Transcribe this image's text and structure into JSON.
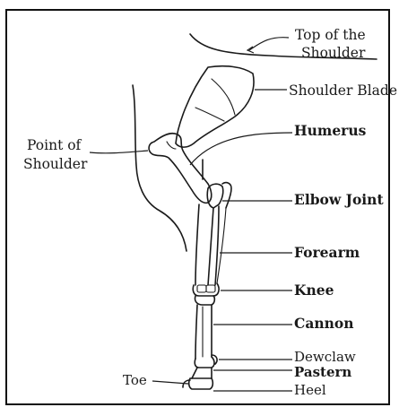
{
  "labels": {
    "top_of_shoulder_line1": "Top of the",
    "top_of_shoulder_line2": "Shoulder",
    "shoulder_blade": "Shoulder Blade",
    "humerus": "Humerus",
    "point_of_shoulder_line1": "Point of",
    "point_of_shoulder_line2": "Shoulder",
    "elbow_joint": "Elbow Joint",
    "forearm": "Forearm",
    "knee": "Knee",
    "cannon": "Cannon",
    "dewclaw": "Dewclaw",
    "pastern": "Pastern",
    "heel": "Heel",
    "toe": "Toe"
  }
}
